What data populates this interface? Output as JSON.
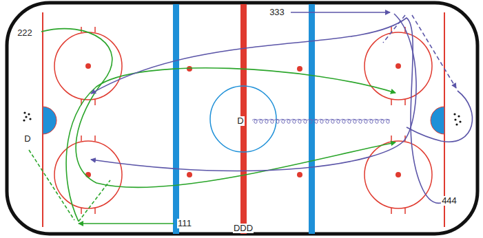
{
  "diagram": {
    "labels": [
      "222",
      "333",
      "D",
      "D",
      "111",
      "DDD",
      "444"
    ]
  }
}
